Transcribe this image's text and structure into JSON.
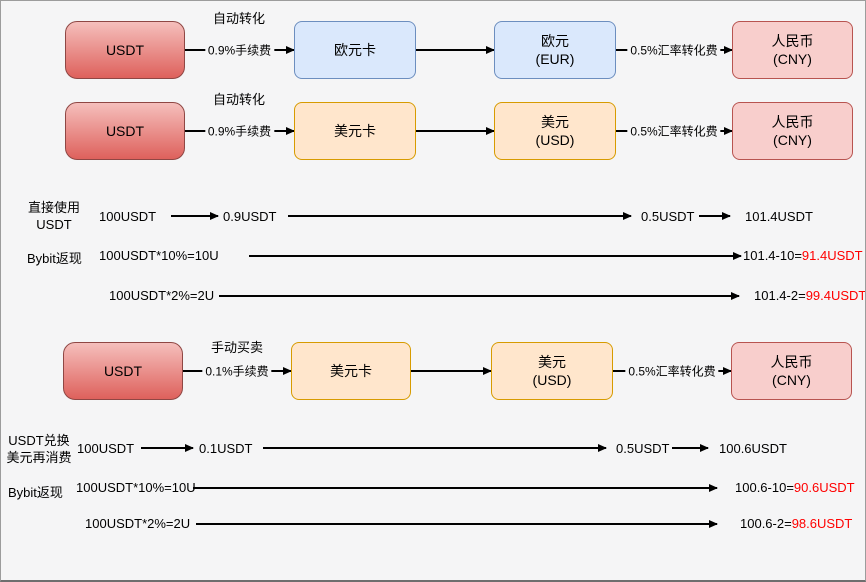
{
  "diagram": {
    "flows": [
      {
        "phase": "自动转化",
        "fee": "0.9%手续费",
        "rate_fee": "0.5%汇率转化费",
        "source": {
          "title": "USDT"
        },
        "card": {
          "title": "欧元卡"
        },
        "currency": {
          "title": "欧元",
          "subtitle": "(EUR)"
        },
        "target": {
          "title": "人民币",
          "subtitle": "(CNY)"
        }
      },
      {
        "phase": "自动转化",
        "fee": "0.9%手续费",
        "rate_fee": "0.5%汇率转化费",
        "source": {
          "title": "USDT"
        },
        "card": {
          "title": "美元卡"
        },
        "currency": {
          "title": "美元",
          "subtitle": "(USD)"
        },
        "target": {
          "title": "人民币",
          "subtitle": "(CNY)"
        }
      },
      {
        "phase": "手动买卖",
        "fee": "0.1%手续费",
        "rate_fee": "0.5%汇率转化费",
        "source": {
          "title": "USDT"
        },
        "card": {
          "title": "美元卡"
        },
        "currency": {
          "title": "美元",
          "subtitle": "(USD)"
        },
        "target": {
          "title": "人民币",
          "subtitle": "(CNY)"
        }
      }
    ],
    "calcs": {
      "direct": {
        "label1": "直接使用",
        "label2": "USDT",
        "start": "100USDT",
        "fee": "0.9USDT",
        "rate": "0.5USDT",
        "total": "101.4USDT"
      },
      "rebate1a": {
        "label": "Bybit返现",
        "formula": "100USDT*10%=10U",
        "prefix": "101.4-10=",
        "value": "91.4USDT"
      },
      "rebate1b": {
        "formula": "100USDT*2%=2U",
        "prefix": "101.4-2=",
        "value": "99.4USDT"
      },
      "swap": {
        "label1": "USDT兑换",
        "label2": "美元再消费",
        "start": "100USDT",
        "fee": "0.1USDT",
        "rate": "0.5USDT",
        "total": "100.6USDT"
      },
      "rebate2a": {
        "label": "Bybit返现",
        "formula": "100USDT*10%=10U",
        "prefix": "100.6-10=",
        "value": "90.6USDT"
      },
      "rebate2b": {
        "formula": "100USDT*2%=2U",
        "prefix": "100.6-2=",
        "value": "98.6USDT"
      }
    },
    "colors": {
      "node_blue_fill": "#dae8fc",
      "node_blue_border": "#6c8ebf",
      "node_orange_fill": "#ffe6cc",
      "node_orange_border": "#d79b00",
      "node_pink_fill": "#f8cecc",
      "node_pink_border": "#b85450",
      "node_red_gradient_top": "#f5bfbc",
      "node_red_gradient_bottom": "#de615c",
      "node_red_border": "#8f4744",
      "highlight_text": "#ff0000",
      "arrow": "#000000",
      "background": "#f5f5f6"
    }
  }
}
